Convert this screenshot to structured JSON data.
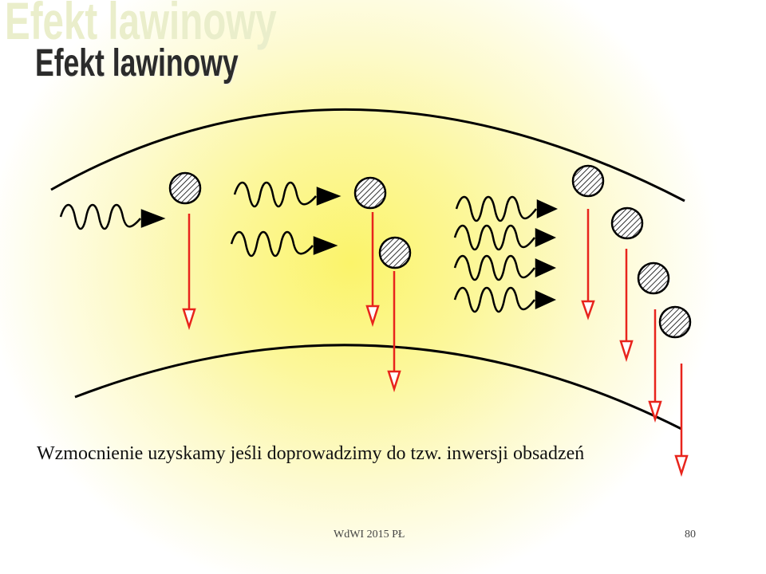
{
  "slide": {
    "title_shadow": "Efekt lawinowy",
    "title": "Efekt lawinowy",
    "caption": "Wzmocnienie uzyskamy jeśli doprowadzimy do tzw. inwersji obsadzeń",
    "footer_left": "WdWI 2015 PŁ",
    "page_number": "80"
  },
  "colors": {
    "arrow": "#e8241c",
    "atom_stroke": "#000000",
    "atom_fill": "#ffffff"
  },
  "icons": {
    "atom": "hatched-circle-icon",
    "photon": "wavy-arrow-icon",
    "transition": "down-arrow-icon"
  }
}
